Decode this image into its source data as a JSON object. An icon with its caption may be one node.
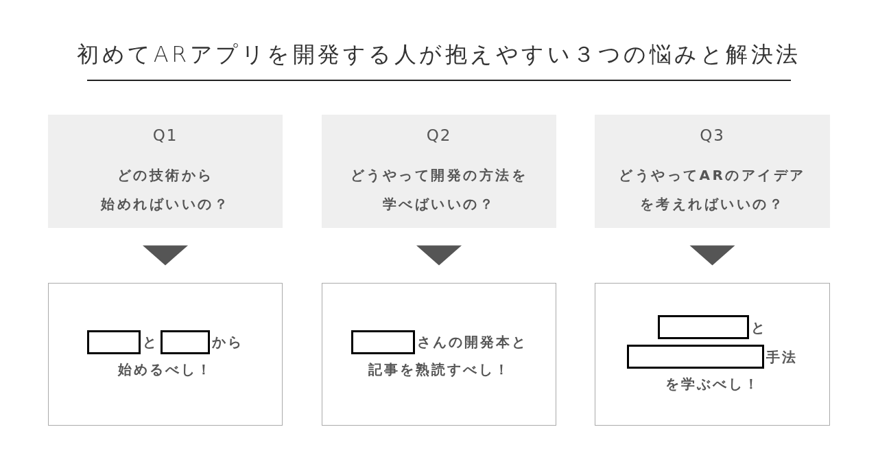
{
  "diagram": {
    "title": "初めてARアプリを開発する人が抱えやすい３つの悩みと解決法",
    "nodes": [
      {
        "text": [
          "Q1",
          "どの技術から始めればいいの？"
        ]
      },
      {
        "text": [
          "Q2",
          "どうやって開発の方法を学べばいいの？"
        ]
      },
      {
        "text": [
          "Q3",
          "どうやってARのアイデアを考えればいいの？"
        ]
      },
      {
        "text": [
          "と",
          "から",
          "始めるべし！"
        ]
      },
      {
        "text": [
          "さんの開発本と",
          "記事を熟読すべし！"
        ]
      },
      {
        "text": [
          "と",
          "手法",
          "を学ぶべし！"
        ]
      }
    ],
    "edges": [
      {
        "from": 0,
        "to": 3,
        "arrow": "to"
      },
      {
        "from": 1,
        "to": 4,
        "arrow": "to"
      },
      {
        "from": 2,
        "to": 5,
        "arrow": "to"
      }
    ]
  }
}
